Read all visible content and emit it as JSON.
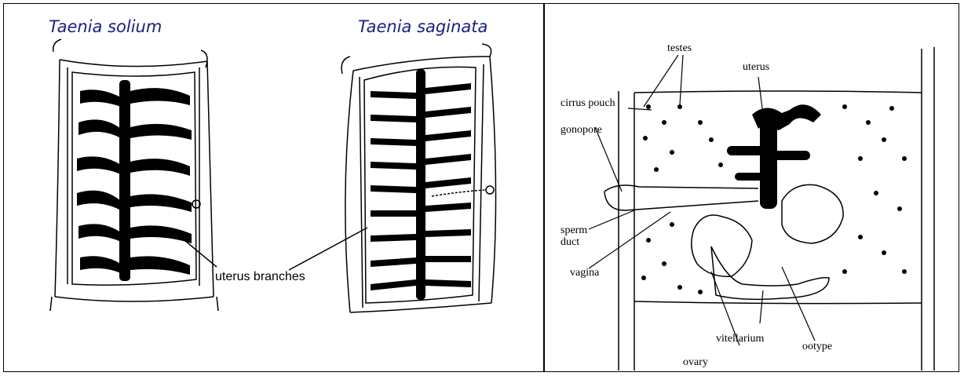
{
  "left_panel": {
    "species_1": "Taenia solium",
    "species_2": "Taenia saginata",
    "uterus_label": "uterus branches"
  },
  "right_panel": {
    "labels": {
      "testes": "testes",
      "uterus": "uterus",
      "cirrus_pouch": "cirrus pouch",
      "gonopore": "gonopore",
      "sperm": "sperm",
      "duct": "duct",
      "vagina": "vagina",
      "vitellarium": "vitellarium",
      "ootype": "ootype",
      "ovary": "ovary"
    }
  },
  "colors": {
    "species_title": "#1a1f80",
    "ink": "#000000"
  }
}
